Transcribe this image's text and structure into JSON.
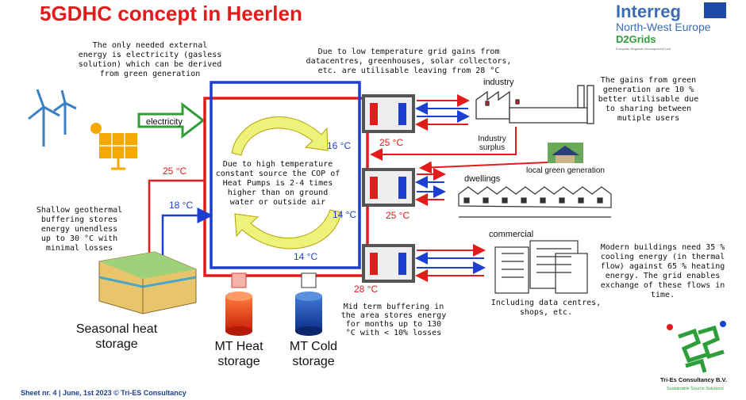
{
  "title": "5GDHC concept in Heerlen",
  "logo": {
    "interreg": "Interreg",
    "region": "North-West Europe",
    "project": "D2Grids",
    "fund": "European Regional Development Fund"
  },
  "notes": {
    "electricity_note": [
      "The only needed external",
      "energy is electricity (gasless",
      "solution) which can be derived",
      "from green generation"
    ],
    "grid_gain_note": [
      "Due to low temperature grid gains from",
      "datacentres, greenhouses, solar collectors,",
      "etc. are utilisable leaving from 28 °C"
    ],
    "green_gain_note": [
      "The gains from green",
      "generation are 10 %",
      "better utilisable due",
      "to sharing between",
      "mutiple users"
    ],
    "cop_note": [
      "Due to high temperature",
      "constant source the COP of",
      "Heat Pumps is 2-4 times",
      "higher than on ground",
      "water or outside air"
    ],
    "geothermal_note": [
      "Shallow geothermal",
      "buffering stores",
      "energy unendless",
      "up to 30 °C with",
      "minimal losses"
    ],
    "modern_buildings_note": [
      "Modern buildings need 35 %",
      "cooling energy (in thermal",
      "flow) against 65 % heating",
      "energy. The grid enables",
      "exchange of these flows in",
      "time."
    ],
    "mid_term_note": [
      "Mid term buffering in",
      "the area stores energy",
      "for months up to 130",
      "°C with < 10% losses"
    ],
    "commercial_note": [
      "Including data centres,",
      "shops, etc."
    ]
  },
  "labels": {
    "electricity": "electricity",
    "industry": "industry",
    "industry_surplus": [
      "Industry",
      "surplus"
    ],
    "local_green": "local green generation",
    "dwellings": "dwellings",
    "commercial": "commercial",
    "seasonal": [
      "Seasonal heat",
      "storage"
    ],
    "mt_heat": [
      "MT Heat",
      "storage"
    ],
    "mt_cold": [
      "MT Cold",
      "storage"
    ]
  },
  "temperatures": {
    "t16": "16 °C",
    "t25_industry": "25 °C",
    "t25_left": "25 °C",
    "t18": "18 °C",
    "t14_right": "14 °C",
    "t25_dwellings": "25 °C",
    "t14_bottom": "14 °C",
    "t28": "28 °C"
  },
  "footer": "Sheet nr. 4 | June, 1st 2023 © Tri-ES Consultancy",
  "company": {
    "name": "Tri-Es Consultancy B.V.",
    "tagline": "Sustainable Source Solutions"
  },
  "colors": {
    "hot": "#e31b1b",
    "cold": "#1c3fd0",
    "green": "#2e9e3a"
  }
}
